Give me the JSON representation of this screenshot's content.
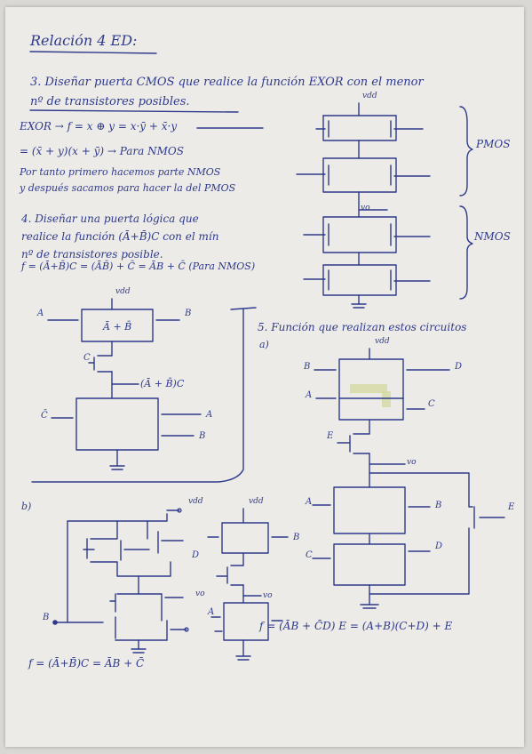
{
  "title": "Relación 4 ED:",
  "ex3": {
    "line1": "3. Diseñar puerta CMOS que realice la función EXOR con el menor",
    "line2": "nº de transistores posibles.",
    "eq1": "EXOR → f = x ⊕ y = x·ȳ + x̄·y",
    "eq2": "= (x̄ + y)(x + ȳ) → Para NMOS",
    "note1": "Por tanto primero hacemos parte NMOS",
    "note2": "y después sacamos para hacer la del PMOS",
    "pmos_label": "PMOS",
    "nmos_label": "NMOS",
    "vdd": "vdd",
    "vo": "vo"
  },
  "ex4": {
    "line1": "4. Diseñar una puerta lógica que",
    "line2": "realice la función (Ā+B̄)C con el mín",
    "line3": "nº de transistores posible.",
    "eq": "f = (Ā+B̄)C = (ĀB̄) + C̄ = ĀB + C̄ (Para NMOS)",
    "box_label": "Ā + B̄",
    "out_label": "(Ā + B̄)C",
    "vdd": "vdd",
    "in_a": "A",
    "in_b": "B",
    "in_c": "C",
    "in_cbar": "C̄"
  },
  "ex5": {
    "title": "5. Función que realizan estos circuitos",
    "sub_a": "a)",
    "sub_b": "b)",
    "vdd": "vdd",
    "vo": "vo",
    "in_a": "A",
    "in_b": "B",
    "in_c": "C",
    "in_d": "D",
    "in_e": "E",
    "result_b1": "f = (Ā+B̄)C = ĀB + C̄",
    "result_b2": "f = (ĀB + C̄D) E = (A+B)(C+D) + E"
  }
}
